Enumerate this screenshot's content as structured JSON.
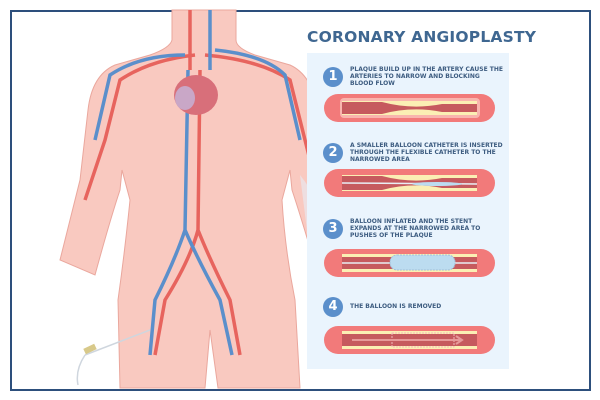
{
  "title": "CORONARY ANGIOPLASTY",
  "steps": [
    {
      "number": "1",
      "text": "PLAQUE BUILD UP IN THE ARTERY CAUSE THE ARTERIES TO NARROW AND BLOCKING BLOOD FLOW"
    },
    {
      "number": "2",
      "text": "A SMALLER BALLOON CATHETER IS INSERTED THROUGH THE FLEXIBLE CATHETER TO THE NARROWED AREA"
    },
    {
      "number": "3",
      "text": "BALLOON INFLATED AND THE STENT EXPANDS AT THE NARROWED AREA TO PUSHES OF THE PLAQUE"
    },
    {
      "number": "4",
      "text": "THE BALLOON IS REMOVED"
    }
  ],
  "colors": {
    "skin": "#f9c9c0",
    "artery": "#e7645e",
    "vein": "#5b8fcb",
    "plaque": "#fbefb4",
    "border": "#2d4f7c",
    "panel": "#eaf4fd"
  }
}
